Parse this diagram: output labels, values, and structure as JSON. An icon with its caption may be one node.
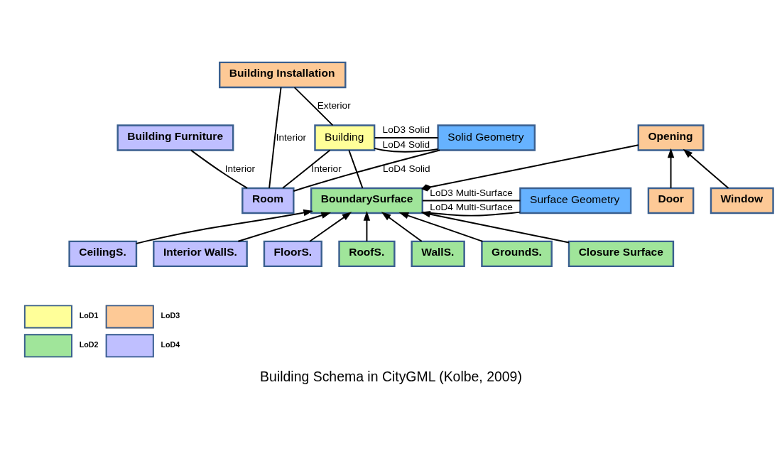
{
  "diagram": {
    "caption": "Building Schema in CityGML (Kolbe, 2009)",
    "nodes": [
      {
        "text": [
          "Building Installation"
        ]
      },
      {
        "text": [
          "Building"
        ]
      },
      {
        "text": [
          "Solid Geometry"
        ]
      },
      {
        "text": [
          "Building Furniture"
        ]
      },
      {
        "text": [
          "Room"
        ]
      },
      {
        "text": [
          "Opening"
        ]
      },
      {
        "text": [
          "BoundarySurface"
        ]
      },
      {
        "text": [
          "Surface Geometry"
        ]
      },
      {
        "text": [
          "Window"
        ]
      },
      {
        "text": [
          "Door"
        ]
      },
      {
        "text": [
          "CeilingS."
        ]
      },
      {
        "text": [
          "Interior WallS."
        ]
      },
      {
        "text": [
          "FloorS."
        ]
      },
      {
        "text": [
          "RoofS."
        ]
      },
      {
        "text": [
          "WallS."
        ]
      },
      {
        "text": [
          "GroundS."
        ]
      },
      {
        "text": [
          "Closure Surface"
        ]
      }
    ],
    "edges": [
      {
        "from": 0,
        "to": 1,
        "arrow": "none",
        "label": "Exterior"
      },
      {
        "from": 1,
        "to": 2,
        "arrow": "none",
        "label": "LoD3 Solid"
      },
      {
        "from": 1,
        "to": 2,
        "arrow": "none",
        "label": "LoD4 Solid"
      },
      {
        "from": 0,
        "to": 4,
        "arrow": "none",
        "label": "Interior"
      },
      {
        "from": 1,
        "to": 4,
        "arrow": "none",
        "label": "Interior"
      },
      {
        "from": 3,
        "to": 4,
        "arrow": "none",
        "label": "Interior"
      },
      {
        "from": 4,
        "to": 2,
        "arrow": "none",
        "label": "LoD4 Solid"
      },
      {
        "from": 1,
        "to": 6,
        "arrow": "none"
      },
      {
        "from": 5,
        "to": 6,
        "arrow": "other"
      },
      {
        "from": 6,
        "to": 7,
        "arrow": "none",
        "label": "LoD3 Multi-Surface"
      },
      {
        "from": 6,
        "to": 7,
        "arrow": "none",
        "label": "LoD4 Multi-Surface"
      },
      {
        "from": 8,
        "to": 5,
        "arrow": "to"
      },
      {
        "from": 9,
        "to": 5,
        "arrow": "to"
      },
      {
        "from": 10,
        "to": 6,
        "arrow": "to"
      },
      {
        "from": 11,
        "to": 6,
        "arrow": "to"
      },
      {
        "from": 12,
        "to": 6,
        "arrow": "to"
      },
      {
        "from": 13,
        "to": 6,
        "arrow": "to"
      },
      {
        "from": 14,
        "to": 6,
        "arrow": "to"
      },
      {
        "from": 15,
        "to": 6,
        "arrow": "to"
      },
      {
        "from": 16,
        "to": 6,
        "arrow": "to"
      }
    ],
    "legend": [
      {
        "text": "LoD1",
        "color": "#ffff99"
      },
      {
        "text": "LoD3",
        "color": "#fdc996"
      },
      {
        "text": "LoD2",
        "color": "#a0e59a"
      },
      {
        "text": "LoD4",
        "color": "#bfbfff"
      }
    ]
  }
}
